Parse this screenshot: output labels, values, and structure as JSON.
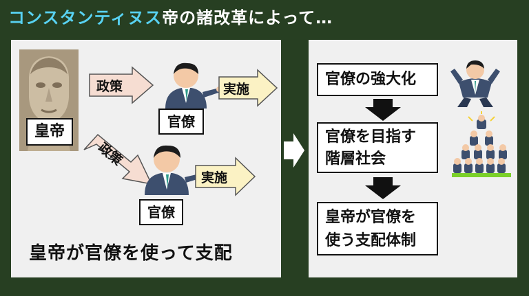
{
  "title": {
    "highlight": "コンスタンティヌス",
    "rest": "帝の諸改革によって…"
  },
  "left_panel": {
    "emperor_label": "皇帝",
    "policy_top": "政策",
    "policy_diag": "政策",
    "official_top": "官僚",
    "official_bottom": "官僚",
    "execute_top": "実施",
    "execute_bottom": "実施",
    "summary": "皇帝が官僚を使って支配"
  },
  "right_panel": {
    "box1": "官僚の強大化",
    "box2_line1": "官僚を目指す",
    "box2_line2": "階層社会",
    "box3_line1": "皇帝が官僚を",
    "box3_line2": "使う支配体制"
  },
  "colors": {
    "background": "#273f22",
    "panel": "#f0f0f0",
    "title_highlight": "#58d2f2",
    "arrow_policy": "#f6ddd2",
    "arrow_execute": "#fbf2c4",
    "down_arrow": "#111111"
  }
}
